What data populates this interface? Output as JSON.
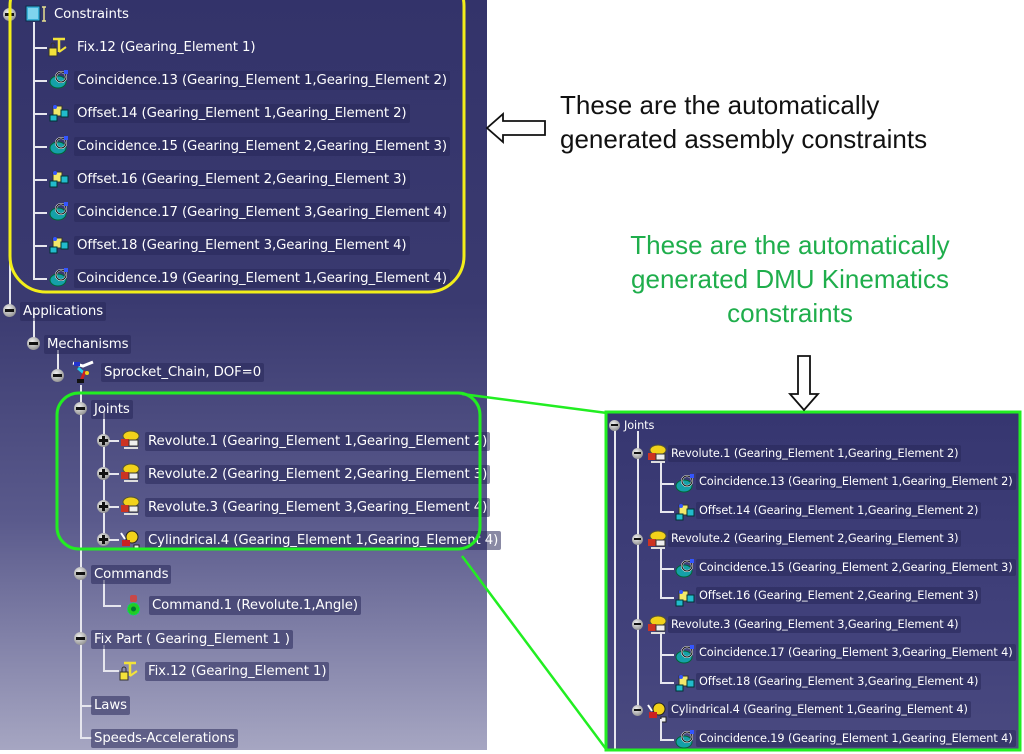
{
  "main_tree": {
    "constraints": {
      "label": "Constraints",
      "items": [
        {
          "label": "Fix.12 (Gearing_Element 1)",
          "icon": "fix-constraint-icon"
        },
        {
          "label": "Coincidence.13 (Gearing_Element 1,Gearing_Element 2)",
          "icon": "coincidence-constraint-icon"
        },
        {
          "label": "Offset.14 (Gearing_Element 1,Gearing_Element 2)",
          "icon": "offset-constraint-icon"
        },
        {
          "label": "Coincidence.15 (Gearing_Element 2,Gearing_Element 3)",
          "icon": "coincidence-constraint-icon"
        },
        {
          "label": "Offset.16 (Gearing_Element 2,Gearing_Element 3)",
          "icon": "offset-constraint-icon"
        },
        {
          "label": "Coincidence.17 (Gearing_Element 3,Gearing_Element 4)",
          "icon": "coincidence-constraint-icon"
        },
        {
          "label": "Offset.18 (Gearing_Element 3,Gearing_Element 4)",
          "icon": "offset-constraint-icon"
        },
        {
          "label": "Coincidence.19 (Gearing_Element 1,Gearing_Element 4)",
          "icon": "coincidence-constraint-icon"
        }
      ]
    },
    "applications": "Applications",
    "mechanisms": "Mechanisms",
    "mechanism": "Sprocket_Chain, DOF=0",
    "joints": {
      "label": "Joints",
      "items": [
        {
          "label": "Revolute.1 (Gearing_Element 1,Gearing_Element 2)",
          "icon": "revolute-joint-icon"
        },
        {
          "label": "Revolute.2 (Gearing_Element 2,Gearing_Element 3)",
          "icon": "revolute-joint-icon"
        },
        {
          "label": "Revolute.3 (Gearing_Element 3,Gearing_Element 4)",
          "icon": "revolute-joint-icon"
        },
        {
          "label": "Cylindrical.4 (Gearing_Element 1,Gearing_Element 4)",
          "icon": "cylindrical-joint-icon"
        }
      ]
    },
    "commands": {
      "label": "Commands",
      "item": "Command.1 (Revolute.1,Angle)"
    },
    "fix_part": {
      "label": "Fix Part ( Gearing_Element 1 )",
      "item": "Fix.12 (Gearing_Element 1)"
    },
    "laws": "Laws",
    "speeds": "Speeds-Accelerations"
  },
  "inset_tree": {
    "joints": "Joints",
    "groups": [
      {
        "label": "Revolute.1 (Gearing_Element 1,Gearing_Element 2)",
        "children": [
          "Coincidence.13 (Gearing_Element 1,Gearing_Element 2)",
          "Offset.14 (Gearing_Element 1,Gearing_Element 2)"
        ]
      },
      {
        "label": "Revolute.2 (Gearing_Element 2,Gearing_Element 3)",
        "children": [
          "Coincidence.15 (Gearing_Element 2,Gearing_Element 3)",
          "Offset.16 (Gearing_Element 2,Gearing_Element 3)"
        ]
      },
      {
        "label": "Revolute.3 (Gearing_Element 3,Gearing_Element 4)",
        "children": [
          "Coincidence.17 (Gearing_Element 3,Gearing_Element 4)",
          "Offset.18 (Gearing_Element 3,Gearing_Element 4)"
        ]
      },
      {
        "label": "Cylindrical.4 (Gearing_Element 1,Gearing_Element 4)",
        "children": [
          "Coincidence.19 (Gearing_Element 1,Gearing_Element 4)"
        ]
      }
    ]
  },
  "annotations": {
    "assembly_line1": "These are the automatically",
    "assembly_line2": "generated assembly constraints",
    "dmu_line1": "These are the automatically",
    "dmu_line2": "generated DMU Kinematics",
    "dmu_line3": "constraints"
  },
  "colors": {
    "assembly_highlight": "#f2ee1a",
    "dmu_highlight": "#22ee22",
    "dmu_text": "#1fae4c"
  }
}
